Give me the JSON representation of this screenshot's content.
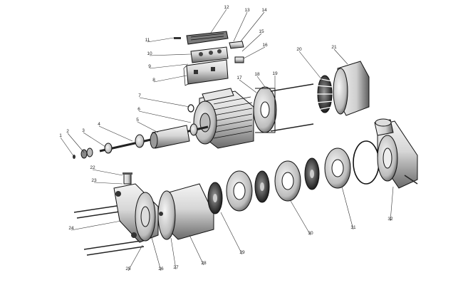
{
  "diagram": {
    "kind": "exploded-view",
    "labels": [
      "1",
      "2",
      "3",
      "4",
      "5",
      "6",
      "7",
      "8",
      "9",
      "10",
      "11",
      "12",
      "13",
      "14",
      "15",
      "16",
      "17",
      "18",
      "19",
      "20",
      "21",
      "22",
      "23",
      "24",
      "25",
      "26",
      "27",
      "28",
      "29",
      "30",
      "31",
      "32"
    ]
  }
}
